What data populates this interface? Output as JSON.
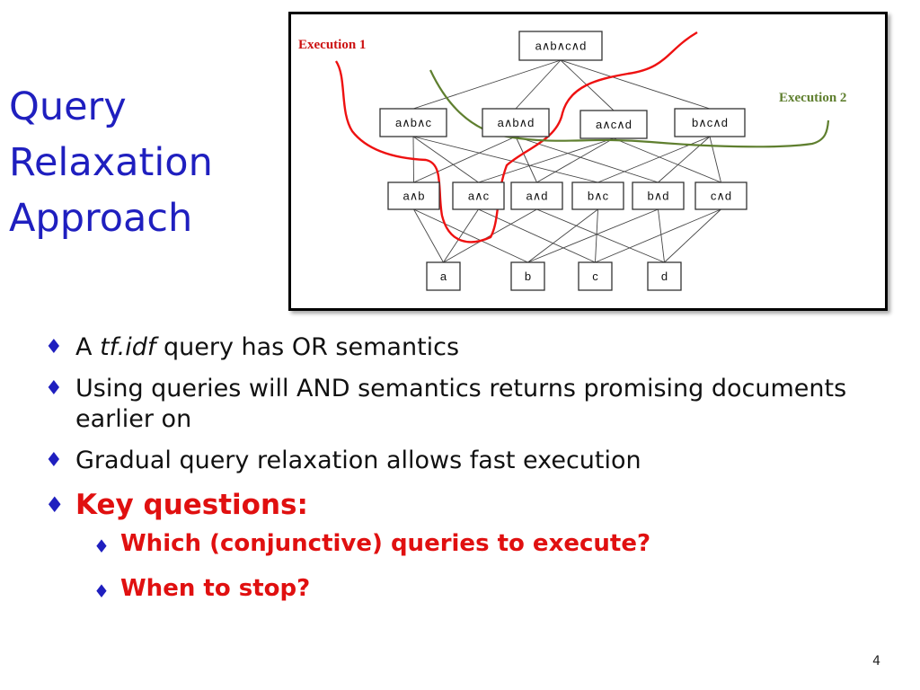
{
  "slide": {
    "title_lines": [
      "Query",
      "Relaxation",
      "Approach"
    ],
    "page_number": "4",
    "accent_color": "#1f1fbf",
    "highlight_color": "#e01010"
  },
  "diagram": {
    "nodes": {
      "abcd": "a∧b∧c∧d",
      "abc": "a∧b∧c",
      "abd": "a∧b∧d",
      "acd": "a∧c∧d",
      "bcd": "b∧c∧d",
      "ab": "a∧b",
      "ac": "a∧c",
      "ad": "a∧d",
      "bc": "b∧c",
      "bd": "b∧d",
      "cd": "c∧d",
      "a": "a",
      "b": "b",
      "c": "c",
      "d": "d"
    },
    "executions": [
      {
        "label": "Execution 1",
        "color": "#ee1111"
      },
      {
        "label": "Execution 2",
        "color": "#5f7f2f"
      }
    ]
  },
  "bullets": {
    "b1_pre": "A ",
    "b1_em": "tf.idf",
    "b1_post": " query has OR semantics",
    "b2": "Using queries will AND semantics returns promising documents earlier on",
    "b3": "Gradual query relaxation allows fast execution",
    "key": "Key questions:",
    "sub1": "Which (conjunctive) queries to execute?",
    "sub2": "When to stop?"
  },
  "icons": {
    "bullet": "diamond-bullet-icon"
  }
}
